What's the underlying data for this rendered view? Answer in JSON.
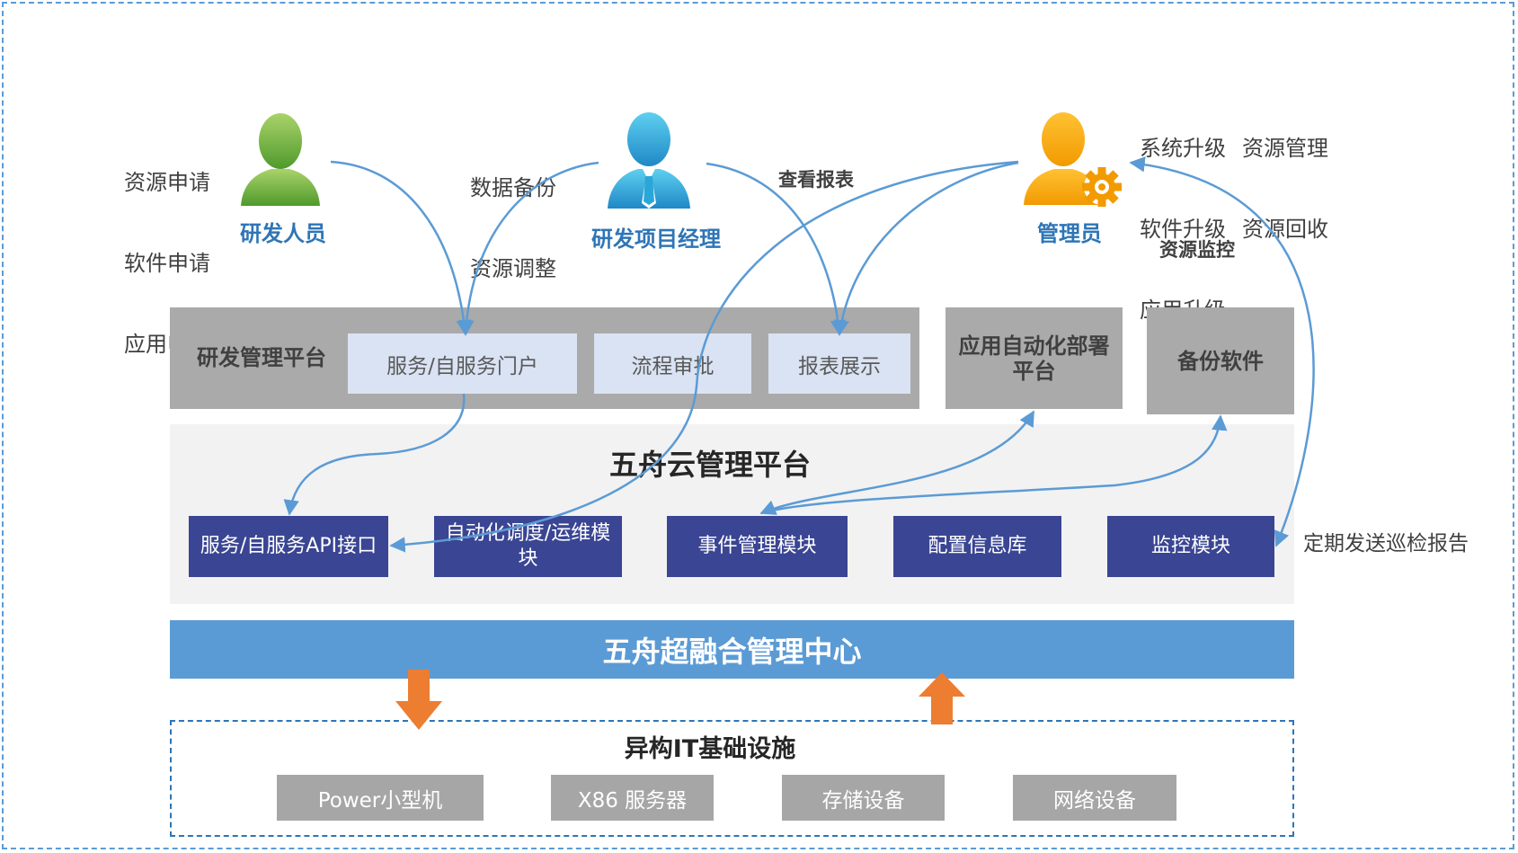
{
  "actors": {
    "developer": {
      "label": "研发人员",
      "tasks": [
        "资源申请",
        "软件申请",
        "应用申请"
      ]
    },
    "pm": {
      "label": "研发项目经理",
      "tasks": [
        "数据备份",
        "资源调整"
      ]
    },
    "admin": {
      "label": "管理员",
      "tasks_left": [
        "系统升级",
        "软件升级",
        "应用升级"
      ],
      "tasks_right": [
        "资源管理",
        "资源回收"
      ]
    }
  },
  "flow_labels": {
    "view_reports": "查看报表",
    "resource_monitor": "资源监控",
    "inspection_report": "定期发送巡检报告"
  },
  "rd_platform": {
    "title": "研发管理平台",
    "modules": [
      "服务/自服务门户",
      "流程审批",
      "报表展示"
    ]
  },
  "auto_deploy": "应用自动化部署平台",
  "backup_software": "备份软件",
  "cloud_platform": {
    "title": "五舟云管理平台",
    "modules": [
      "服务/自服务API接口",
      "自动化调度/运维模块",
      "事件管理模块",
      "配置信息库",
      "监控模块"
    ]
  },
  "hci_center": "五舟超融合管理中心",
  "infrastructure": {
    "title": "异构IT基础设施",
    "items": [
      "Power小型机",
      "X86 服务器",
      "存储设备",
      "网络设备"
    ]
  },
  "colors": {
    "accent_blue": "#5b9bd5",
    "navy": "#3a4593",
    "orange_arrow": "#ed7d31",
    "developer_icon": "#70ad47",
    "pm_icon": "#2aa7d9",
    "admin_icon": "#ffa500"
  }
}
